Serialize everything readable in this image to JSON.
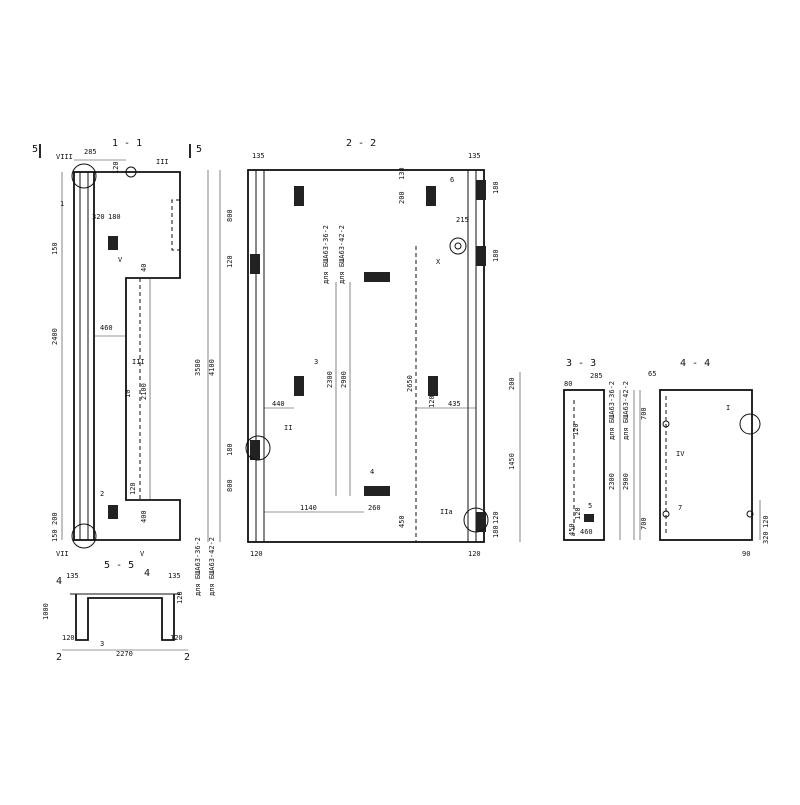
{
  "sections": {
    "s11": {
      "title": "1 - 1",
      "cut_left": "5",
      "cut_right": "5",
      "dims": [
        "285",
        "120",
        "320",
        "180",
        "150",
        "2400",
        "460",
        "10",
        "2100",
        "120",
        "400",
        "200",
        "150",
        "40"
      ],
      "callouts": [
        "VIII",
        "III",
        "1",
        "V",
        "III",
        "2",
        "VII",
        "V"
      ]
    },
    "s55": {
      "title": "5 - 5",
      "dims": [
        "135",
        "135",
        "1000",
        "120",
        "120",
        "120",
        "2270",
        "3"
      ],
      "markers": [
        "4",
        "4",
        "2",
        "2"
      ]
    },
    "s22": {
      "title": "2 - 2",
      "dims": [
        "135",
        "135",
        "800",
        "120",
        "3580",
        "4100",
        "2300",
        "2900",
        "2650",
        "180",
        "440",
        "800",
        "1140",
        "260",
        "450",
        "120",
        "130",
        "200",
        "180",
        "215",
        "180",
        "120",
        "435",
        "200",
        "1450",
        "120",
        "180",
        "120"
      ],
      "vlabels": [
        "для БША63-36-2",
        "для БША63-42-2",
        "для БША63-36-2",
        "для БША63-42-2"
      ],
      "callouts": [
        "6",
        "X",
        "3",
        "II",
        "4",
        "IIa"
      ]
    },
    "s33": {
      "title": "3 - 3",
      "dims": [
        "80",
        "285",
        "2300",
        "2900",
        "450",
        "120",
        "120",
        "460"
      ],
      "vlabels": [
        "для БША63-36-2",
        "для БША63-42-2"
      ],
      "callouts": [
        "5"
      ]
    },
    "s44": {
      "title": "4 - 4",
      "dims": [
        "65",
        "700",
        "700",
        "120",
        "320",
        "90"
      ],
      "callouts": [
        "I",
        "IV",
        "7"
      ]
    }
  }
}
